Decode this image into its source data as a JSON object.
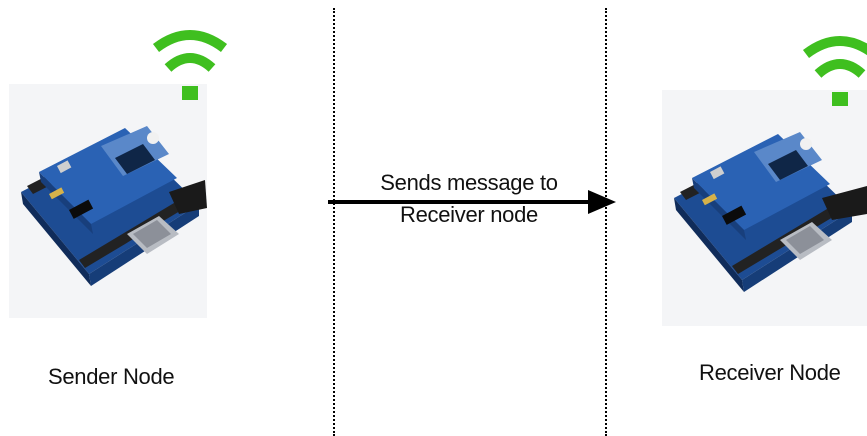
{
  "sender": {
    "label": "Sender Node",
    "image": "arduino-xbee-board",
    "signal_icon": "wifi-icon"
  },
  "receiver": {
    "label": "Receiver Node",
    "image": "arduino-xbee-board",
    "signal_icon": "wifi-icon"
  },
  "message": {
    "line1": "Sends message to",
    "line2": "Receiver node"
  },
  "colors": {
    "wifi": "#3fbf1f",
    "board_blue": "#1e4f9a",
    "arrow": "#000000"
  }
}
